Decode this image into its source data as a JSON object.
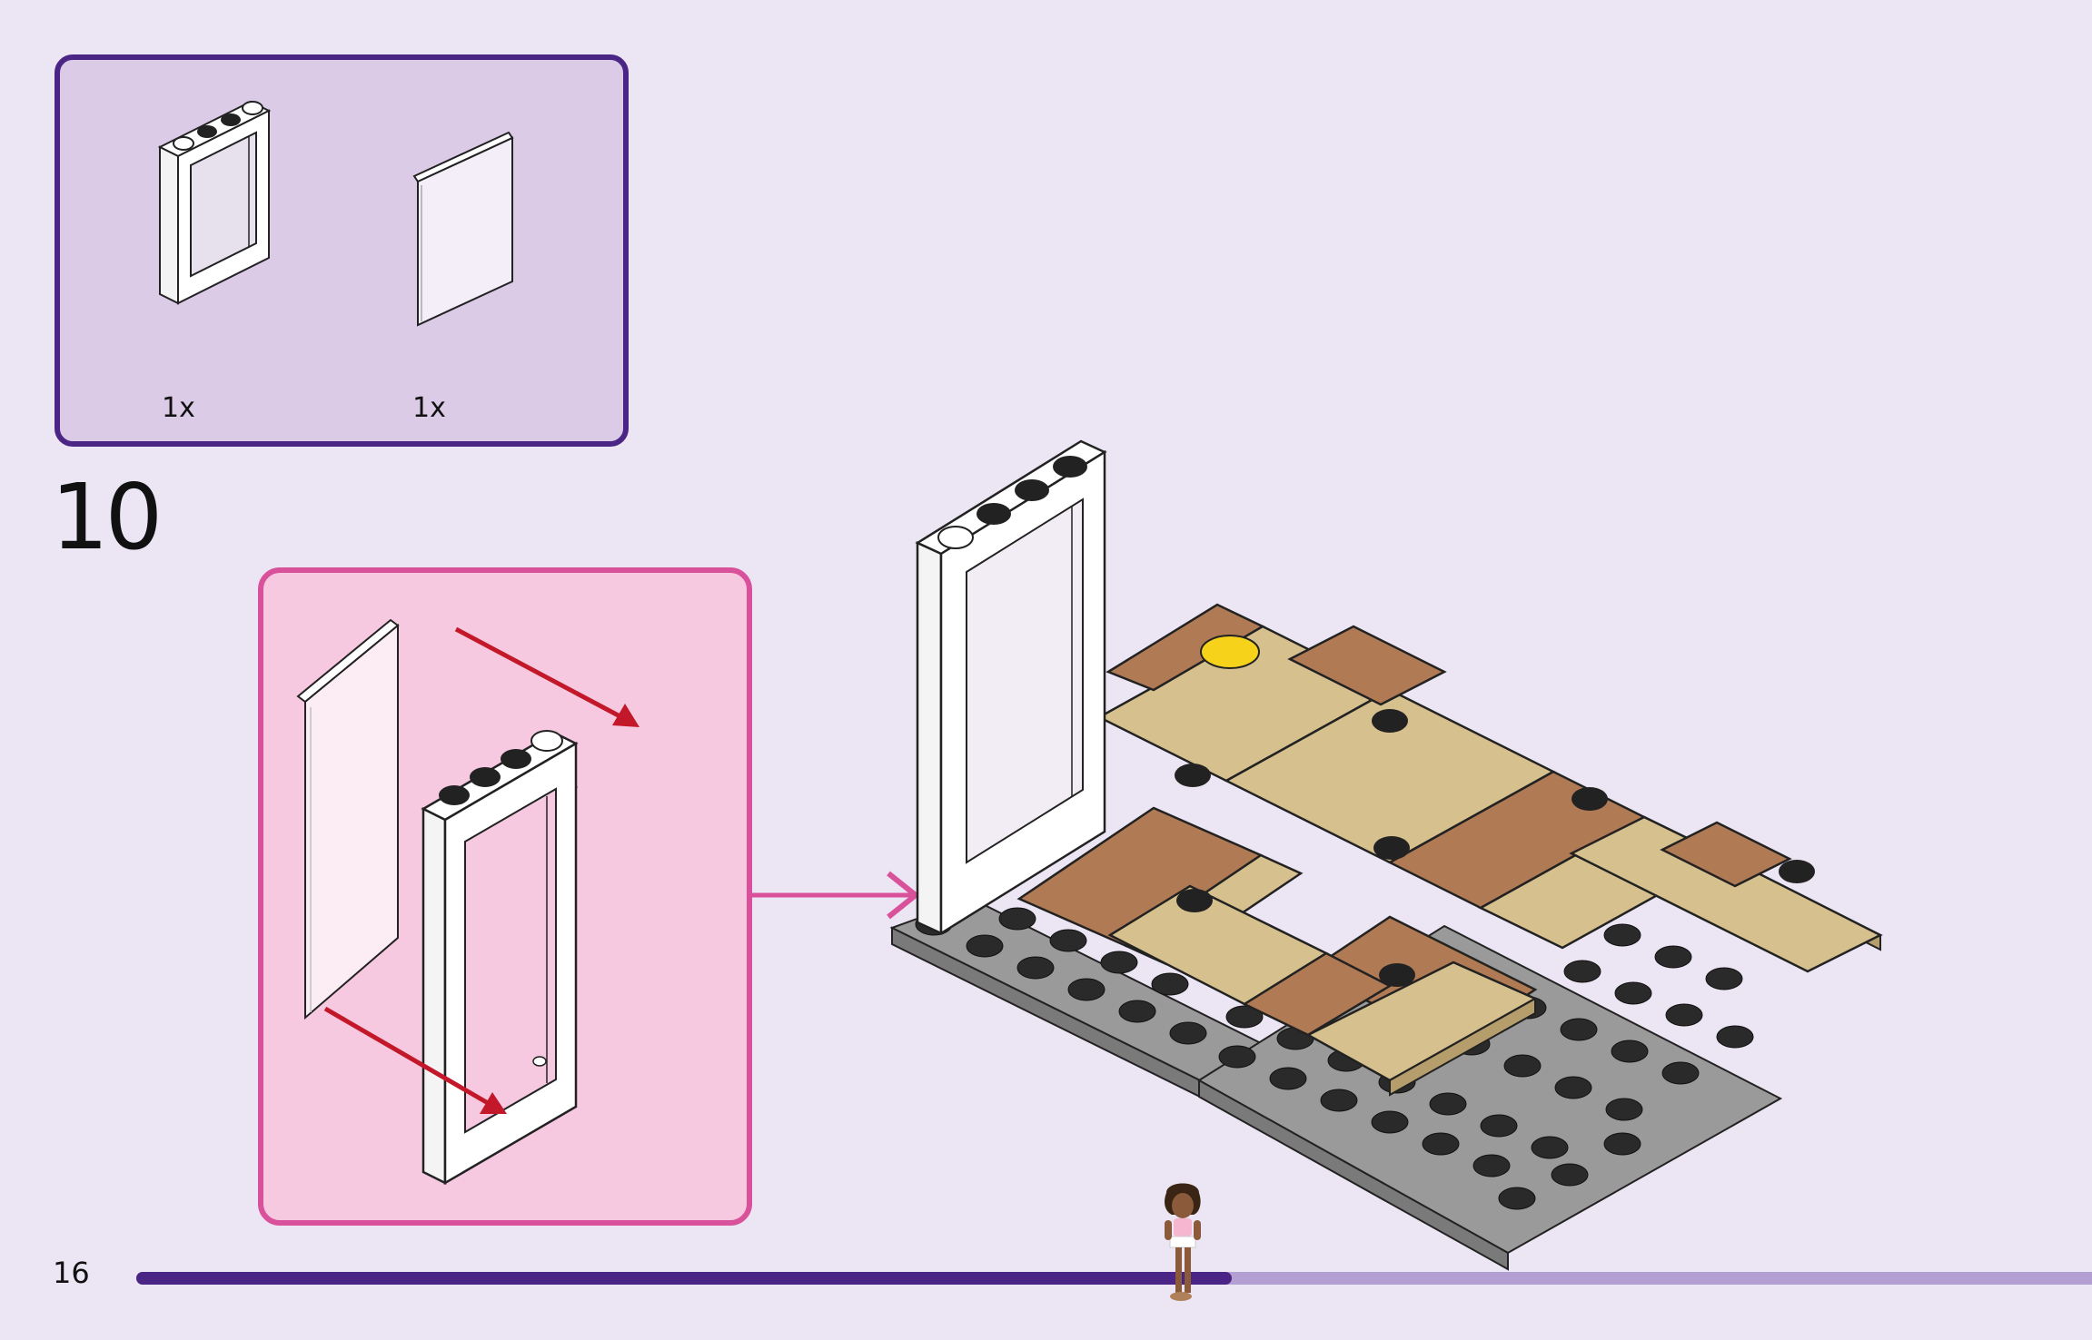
{
  "parts": {
    "items": [
      {
        "icon": "window-frame-icon",
        "quantity": "1x"
      },
      {
        "icon": "window-glass-icon",
        "quantity": "1x"
      }
    ]
  },
  "step": {
    "number": "10"
  },
  "page": {
    "number": "16",
    "progress": 0.56
  },
  "colors": {
    "parts_border": "#4b2585",
    "parts_fill": "#dccbe6",
    "subassembly_border": "#d9519a",
    "subassembly_fill": "#f6c9e0",
    "arrow": "#c2182a",
    "callout_arrow": "#d9519a",
    "tan": "#d6c08e",
    "brown": "#b07a55",
    "dark_gray": "#8a8a8a",
    "background": "#ece5f3"
  }
}
